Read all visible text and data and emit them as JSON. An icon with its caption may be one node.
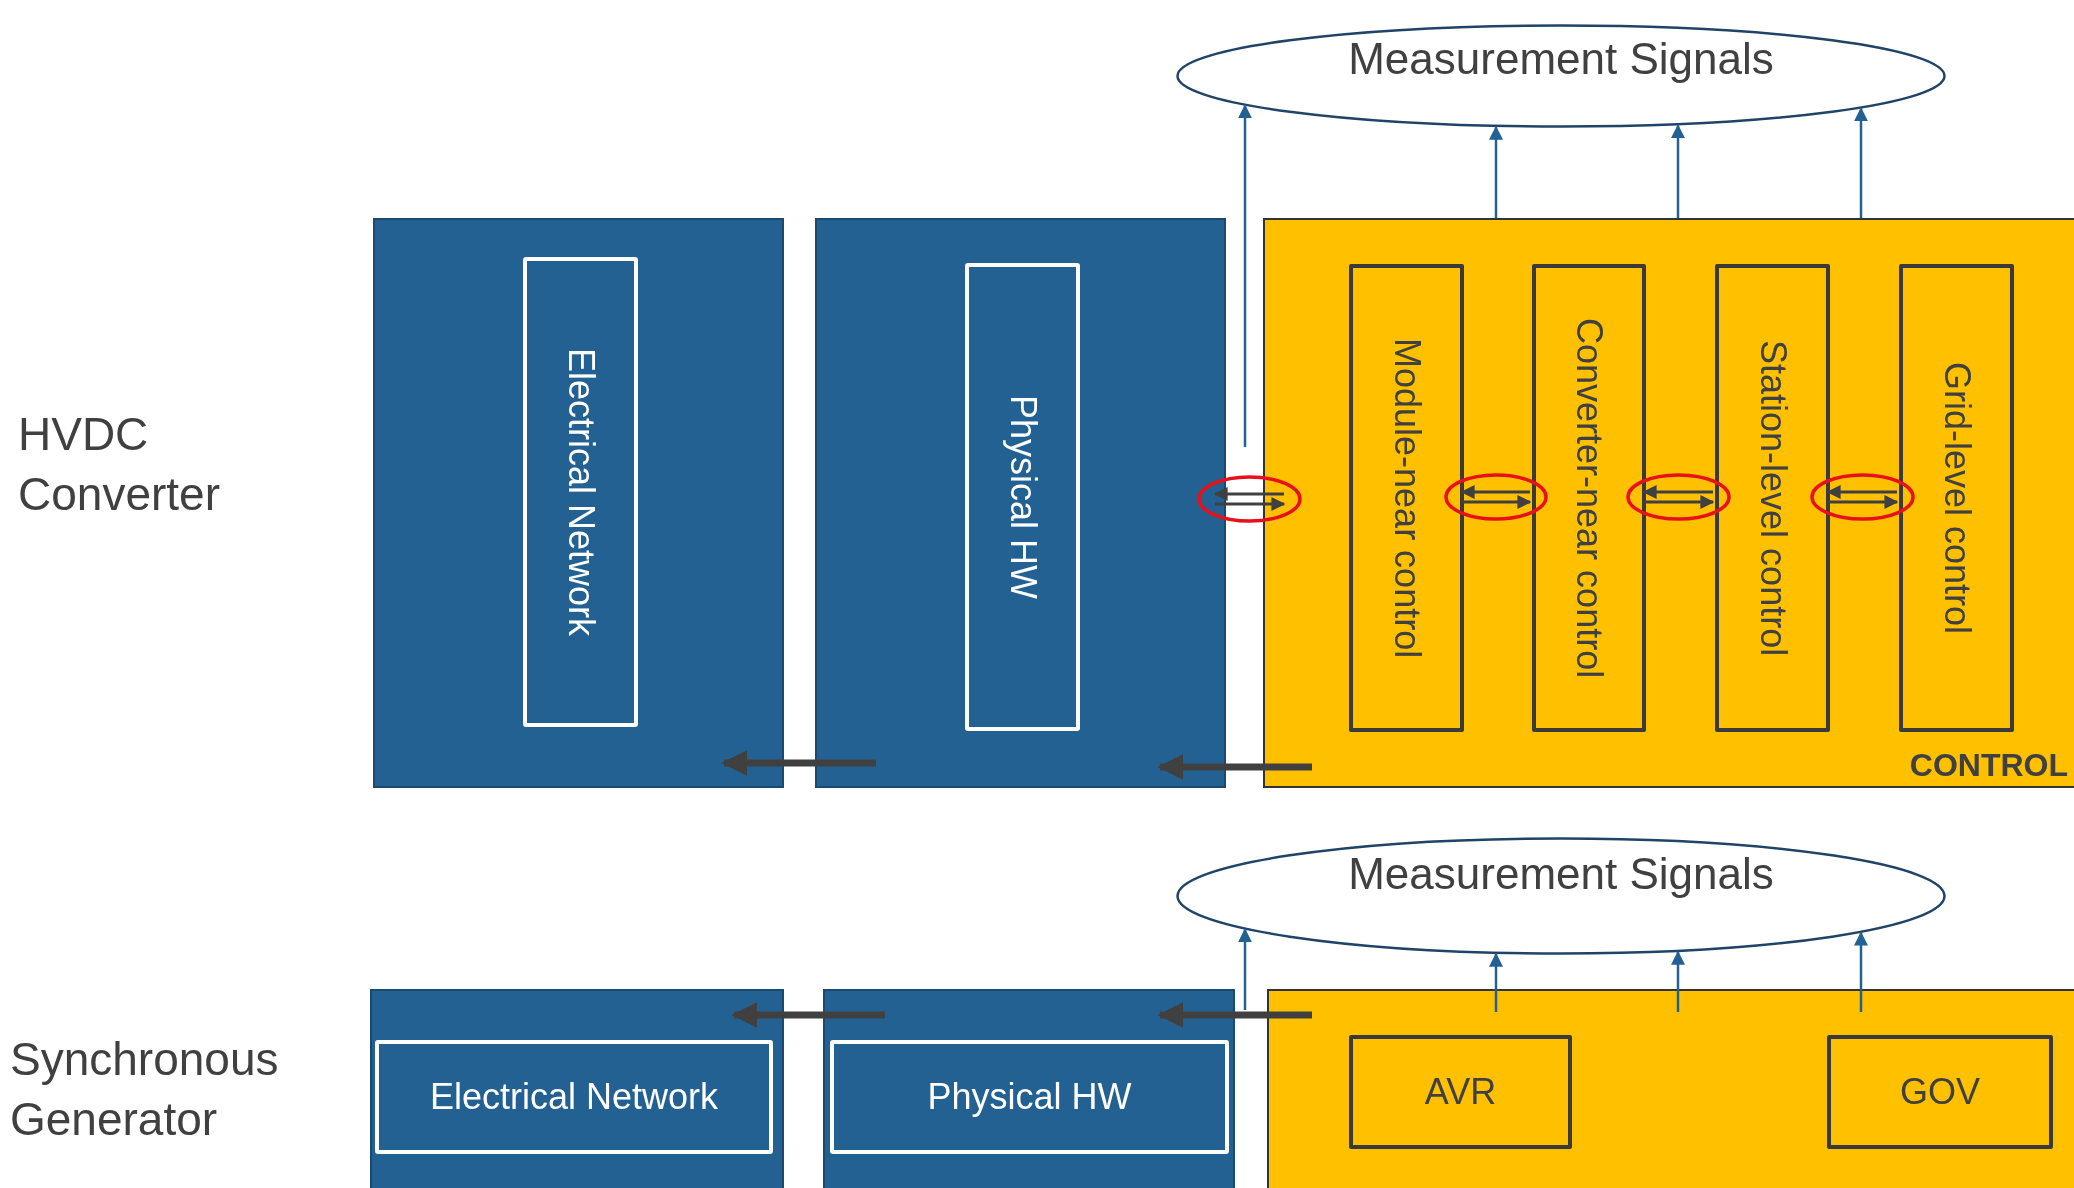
{
  "diagram": {
    "nodes": [
      {
        "text": [
          "Measurement Signals"
        ]
      },
      {
        "text": [],
        "shape": "box"
      },
      {
        "text": [
          "Electrical Network"
        ],
        "in": 1
      },
      {
        "text": [],
        "shape": "box"
      },
      {
        "text": [
          "Physical HW"
        ],
        "in": 3
      },
      {
        "text": [
          "CONTROL"
        ]
      },
      {
        "text": [
          "Module-near control"
        ],
        "in": 5
      },
      {
        "text": [
          "Converter-near control"
        ],
        "in": 5
      },
      {
        "text": [
          "Station-level control"
        ],
        "in": 5
      },
      {
        "text": [
          "Grid-level control"
        ],
        "in": 5
      },
      {
        "text": [
          "Measurement Signals"
        ]
      },
      {
        "text": [],
        "shape": "box"
      },
      {
        "text": [
          "Electrical Network"
        ],
        "in": 11
      },
      {
        "text": [],
        "shape": "box"
      },
      {
        "text": [
          "Physical HW"
        ],
        "in": 13
      },
      {
        "text": [],
        "shape": "box"
      },
      {
        "text": [
          "AVR"
        ],
        "in": 15
      },
      {
        "text": [
          "GOV"
        ],
        "in": 15
      }
    ],
    "edges": [
      {
        "from": 3,
        "to": 0,
        "arrow": "to",
        "color": "#236192"
      },
      {
        "from": 5,
        "to": 0,
        "arrow": "to",
        "color": "#236192"
      },
      {
        "from": 5,
        "to": 0,
        "arrow": "to",
        "color": "#236192"
      },
      {
        "from": 5,
        "to": 0,
        "arrow": "to",
        "color": "#236192"
      },
      {
        "from": 3,
        "to": 5,
        "arrow": "both"
      },
      {
        "from": 6,
        "to": 7,
        "arrow": "both"
      },
      {
        "from": 7,
        "to": 8,
        "arrow": "both"
      },
      {
        "from": 8,
        "to": 9,
        "arrow": "both"
      },
      {
        "from": 3,
        "to": 1,
        "arrow": "to",
        "style": "thick"
      },
      {
        "from": 5,
        "to": 3,
        "arrow": "to",
        "style": "thick"
      },
      {
        "from": 13,
        "to": 10,
        "arrow": "to",
        "color": "#236192"
      },
      {
        "from": 15,
        "to": 10,
        "arrow": "to",
        "color": "#236192"
      },
      {
        "from": 15,
        "to": 10,
        "arrow": "to",
        "color": "#236192"
      },
      {
        "from": 15,
        "to": 10,
        "arrow": "to",
        "color": "#236192"
      },
      {
        "from": 13,
        "to": 11,
        "arrow": "to",
        "style": "thick"
      },
      {
        "from": 15,
        "to": 13,
        "arrow": "to",
        "style": "thick"
      }
    ],
    "labels": [
      "HVDC Converter",
      "Synchronous Generator"
    ]
  }
}
